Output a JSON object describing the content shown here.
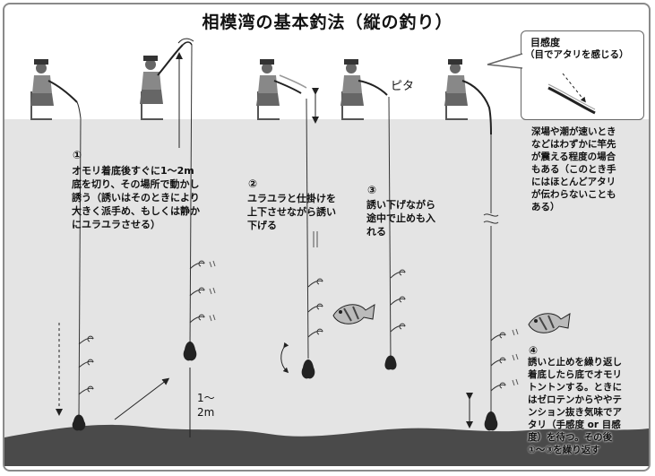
{
  "title": "相模湾の基本釣法（縦の釣り）",
  "steps": [
    {
      "num": "①",
      "lines": [
        "オモリ着底後すぐに1～2m",
        "底を切り、その場所で動かし",
        "誘う（誘いはそのときにより",
        "大きく派手め、もしくは静か",
        "にユラユラさせる）"
      ]
    },
    {
      "num": "②",
      "lines": [
        "ユラユラと仕掛けを",
        "上下させながら誘い",
        "下げる"
      ]
    },
    {
      "num": "③",
      "lines": [
        "誘い下げながら",
        "途中で止めも入",
        "れる"
      ]
    },
    {
      "num": "④",
      "lines": [
        "誘いと止めを繰り返し",
        "着底したら底でオモリ",
        "トントンする。ときに",
        "はゼロテンからややテ",
        "ンション抜き気味でア",
        "タリ（手感度 or 目感",
        "度）を待つ。その後",
        "①～③を繰り返す"
      ]
    }
  ],
  "distance_label": {
    "line1": "1～",
    "line2": "2m"
  },
  "sound_effect": "ピタ",
  "callout": {
    "title": "目感度",
    "subtitle": "（目でアタリを感じる）",
    "note_lines": [
      "深場や潮が速いとき",
      "などはわずかに竿先",
      "が震える程度の場合",
      "もある（このとき手",
      "にはほとんどアタリ",
      "が伝わらないことも",
      "ある）"
    ]
  },
  "colors": {
    "water": "#e4e4e4",
    "seabed": "#4a4a4a",
    "line": "#333333",
    "frame": "#8a8a8a"
  }
}
